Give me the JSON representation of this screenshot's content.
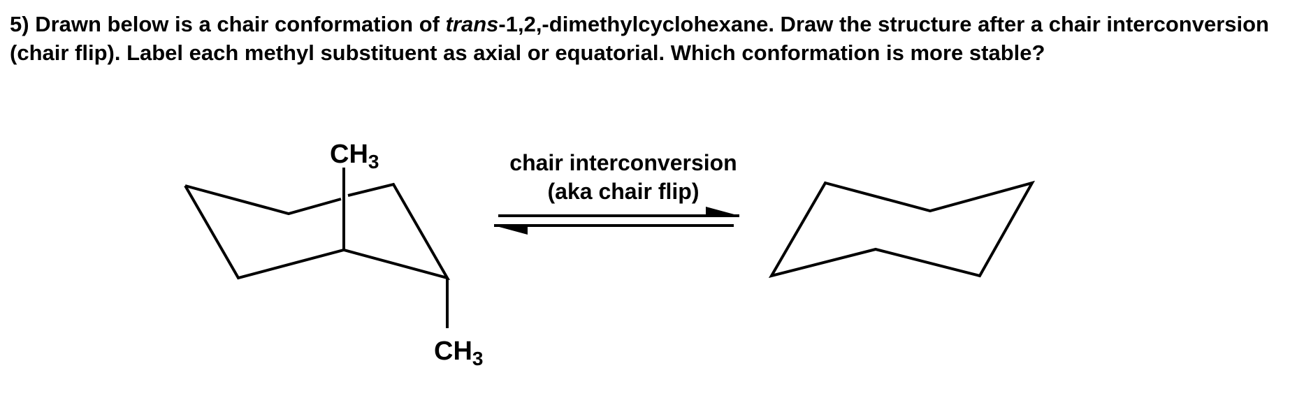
{
  "question": {
    "number": "5)",
    "part1": "Drawn below is a chair conformation of",
    "italic": "trans",
    "part2": "-1,2,-dimethylcyclohexane. Draw the structure after a chair interconversion (chair flip). Label each methyl substituent as axial or equatorial. Which conformation is more stable?"
  },
  "left_chair": {
    "top_substituent": {
      "main": "CH",
      "sub": "3"
    },
    "bottom_substituent": {
      "main": "CH",
      "sub": "3"
    }
  },
  "arrow": {
    "label_line1": "chair interconversion",
    "label_line2": "(aka chair flip)"
  },
  "colors": {
    "ink": "#000000",
    "background": "#ffffff"
  }
}
